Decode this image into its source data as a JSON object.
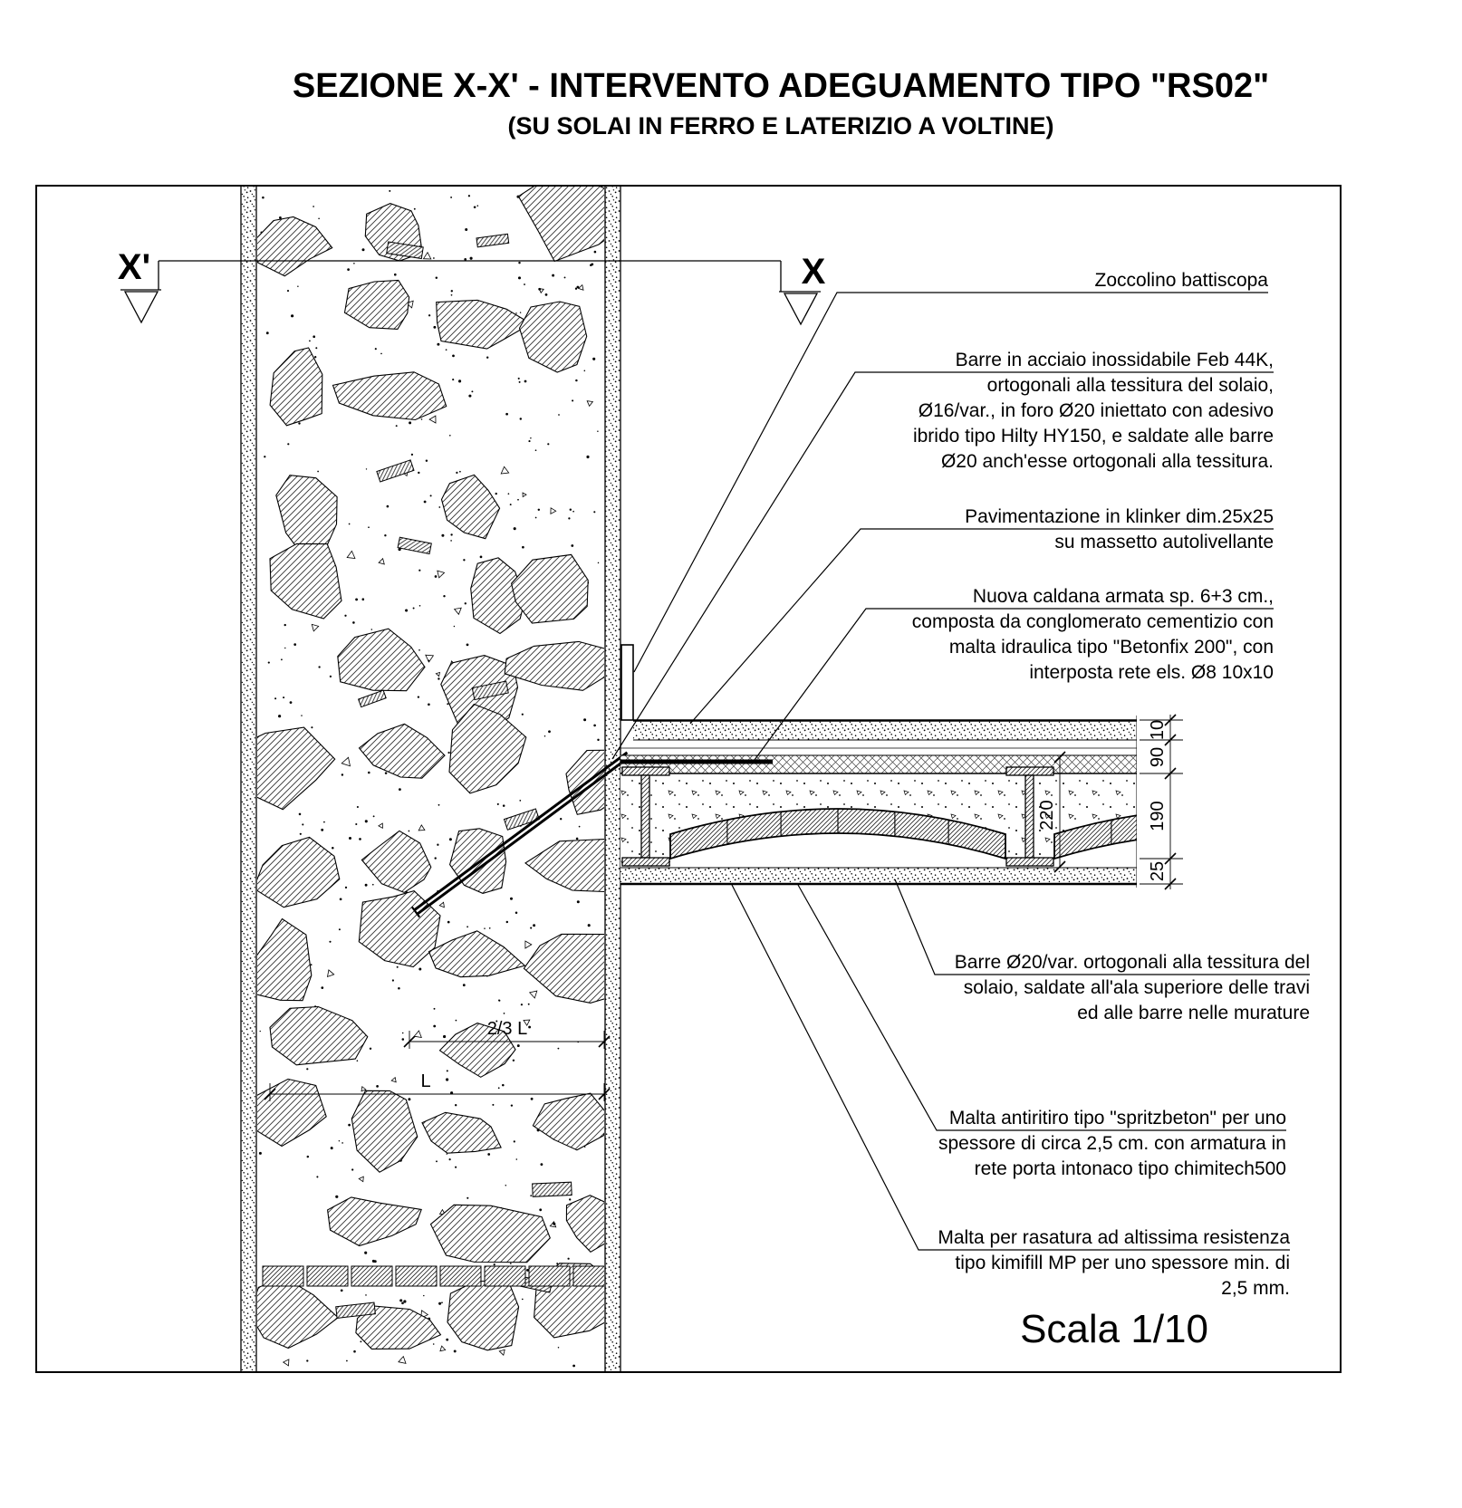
{
  "title": "SEZIONE X-X' - INTERVENTO ADEGUAMENTO TIPO \"RS02\"",
  "subtitle": "(SU SOLAI IN FERRO E LATERIZIO A VOLTINE)",
  "scale_label": "Scala 1/10",
  "section_markers": {
    "left": "X'",
    "right": "X"
  },
  "annotations": [
    {
      "id": "zoccolino",
      "lines": [
        "Zoccolino battiscopa"
      ]
    },
    {
      "id": "barre-acciaio-inox",
      "lines": [
        "Barre in acciaio inossidabile Feb 44K,",
        "ortogonali alla tessitura del solaio,",
        "Ø16/var., in foro Ø20 iniettato con adesivo",
        "ibrido tipo Hilty HY150, e saldate alle barre",
        "Ø20 anch'esse ortogonali alla tessitura."
      ]
    },
    {
      "id": "pavimentazione",
      "lines": [
        "Pavimentazione in klinker dim.25x25",
        "su massetto autolivellante"
      ]
    },
    {
      "id": "caldana",
      "lines": [
        "Nuova caldana armata sp. 6+3 cm.,",
        "composta da conglomerato cementizio con",
        "malta idraulica tipo \"Betonfix 200\", con",
        "interposta rete els. Ø8 10x10"
      ]
    },
    {
      "id": "barre-o20",
      "lines": [
        "Barre Ø20/var. ortogonali alla tessitura del",
        "solaio, saldate all'ala superiore delle travi",
        "ed alle barre nelle murature"
      ]
    },
    {
      "id": "malta-antiritiro",
      "lines": [
        "Malta antiritiro tipo \"spritzbeton\" per uno",
        "spessore di circa 2,5 cm. con armatura in",
        "rete porta intonaco tipo chimitech500"
      ]
    },
    {
      "id": "malta-rasatura",
      "lines": [
        "Malta per rasatura ad altissima resistenza",
        "tipo kimifill MP per uno spessore min. di",
        "2,5 mm."
      ]
    }
  ],
  "dimensions": {
    "right_chain": [
      "10",
      "90",
      "190",
      "25"
    ],
    "inner_total": "220",
    "wall_anchor": "2/3 L",
    "wall_length": "L"
  }
}
